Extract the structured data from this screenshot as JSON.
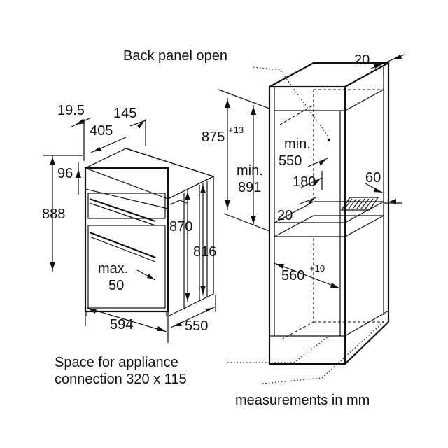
{
  "notes": {
    "back_panel": "Back panel open",
    "space_line1": "Space for appliance",
    "space_line2": "connection 320 x 115",
    "units": "measurements in mm"
  },
  "dims": {
    "d19_5": "19.5",
    "d145": "145",
    "d405": "405",
    "d96": "96",
    "d888": "888",
    "d870": "870",
    "d816": "816",
    "max": "max.",
    "d50": "50",
    "d594": "594",
    "d550": "550",
    "d875": "875",
    "d875_sup": "+13",
    "min_a": "min.",
    "d550b": "550",
    "min_b": "min.",
    "d891": "891",
    "d180": "180",
    "d20a": "20",
    "d20b": "20",
    "d60": "60",
    "d560": "560",
    "d560_sup": "+10"
  }
}
